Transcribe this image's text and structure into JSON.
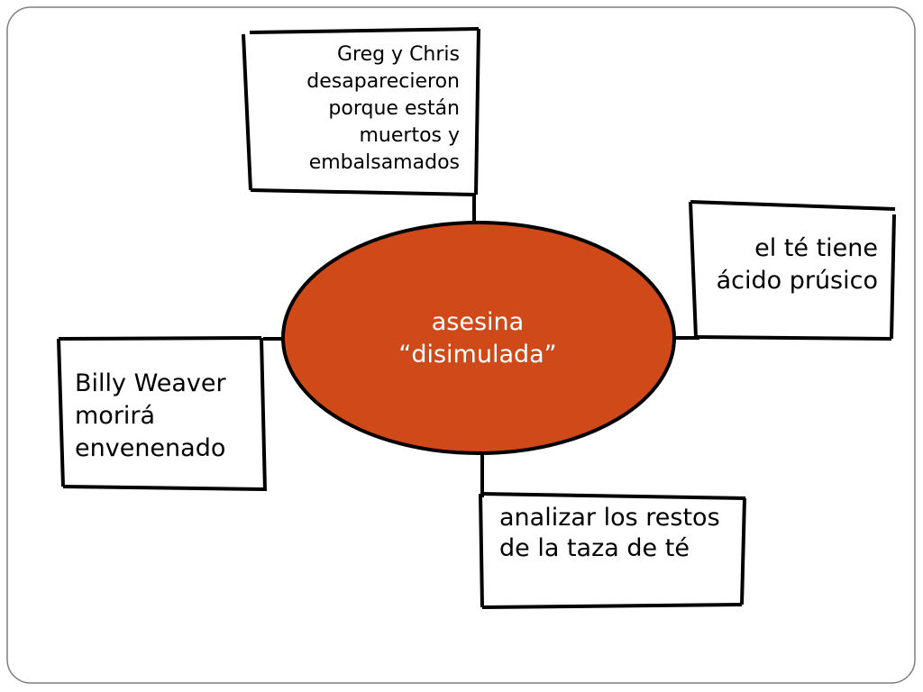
{
  "center": {
    "label": "asesina “disimulada”",
    "fill": "#d04a19"
  },
  "nodes": {
    "top": "Greg y Chris desaparecieron porque están muertos y embalsamados",
    "right": "el té tiene ácido prúsico",
    "left": "Billy Weaver morirá envenenado",
    "bottom": "analizar los restos de la taza de té"
  },
  "colors": {
    "frame": "#7f7f7f",
    "ink": "#000000"
  }
}
